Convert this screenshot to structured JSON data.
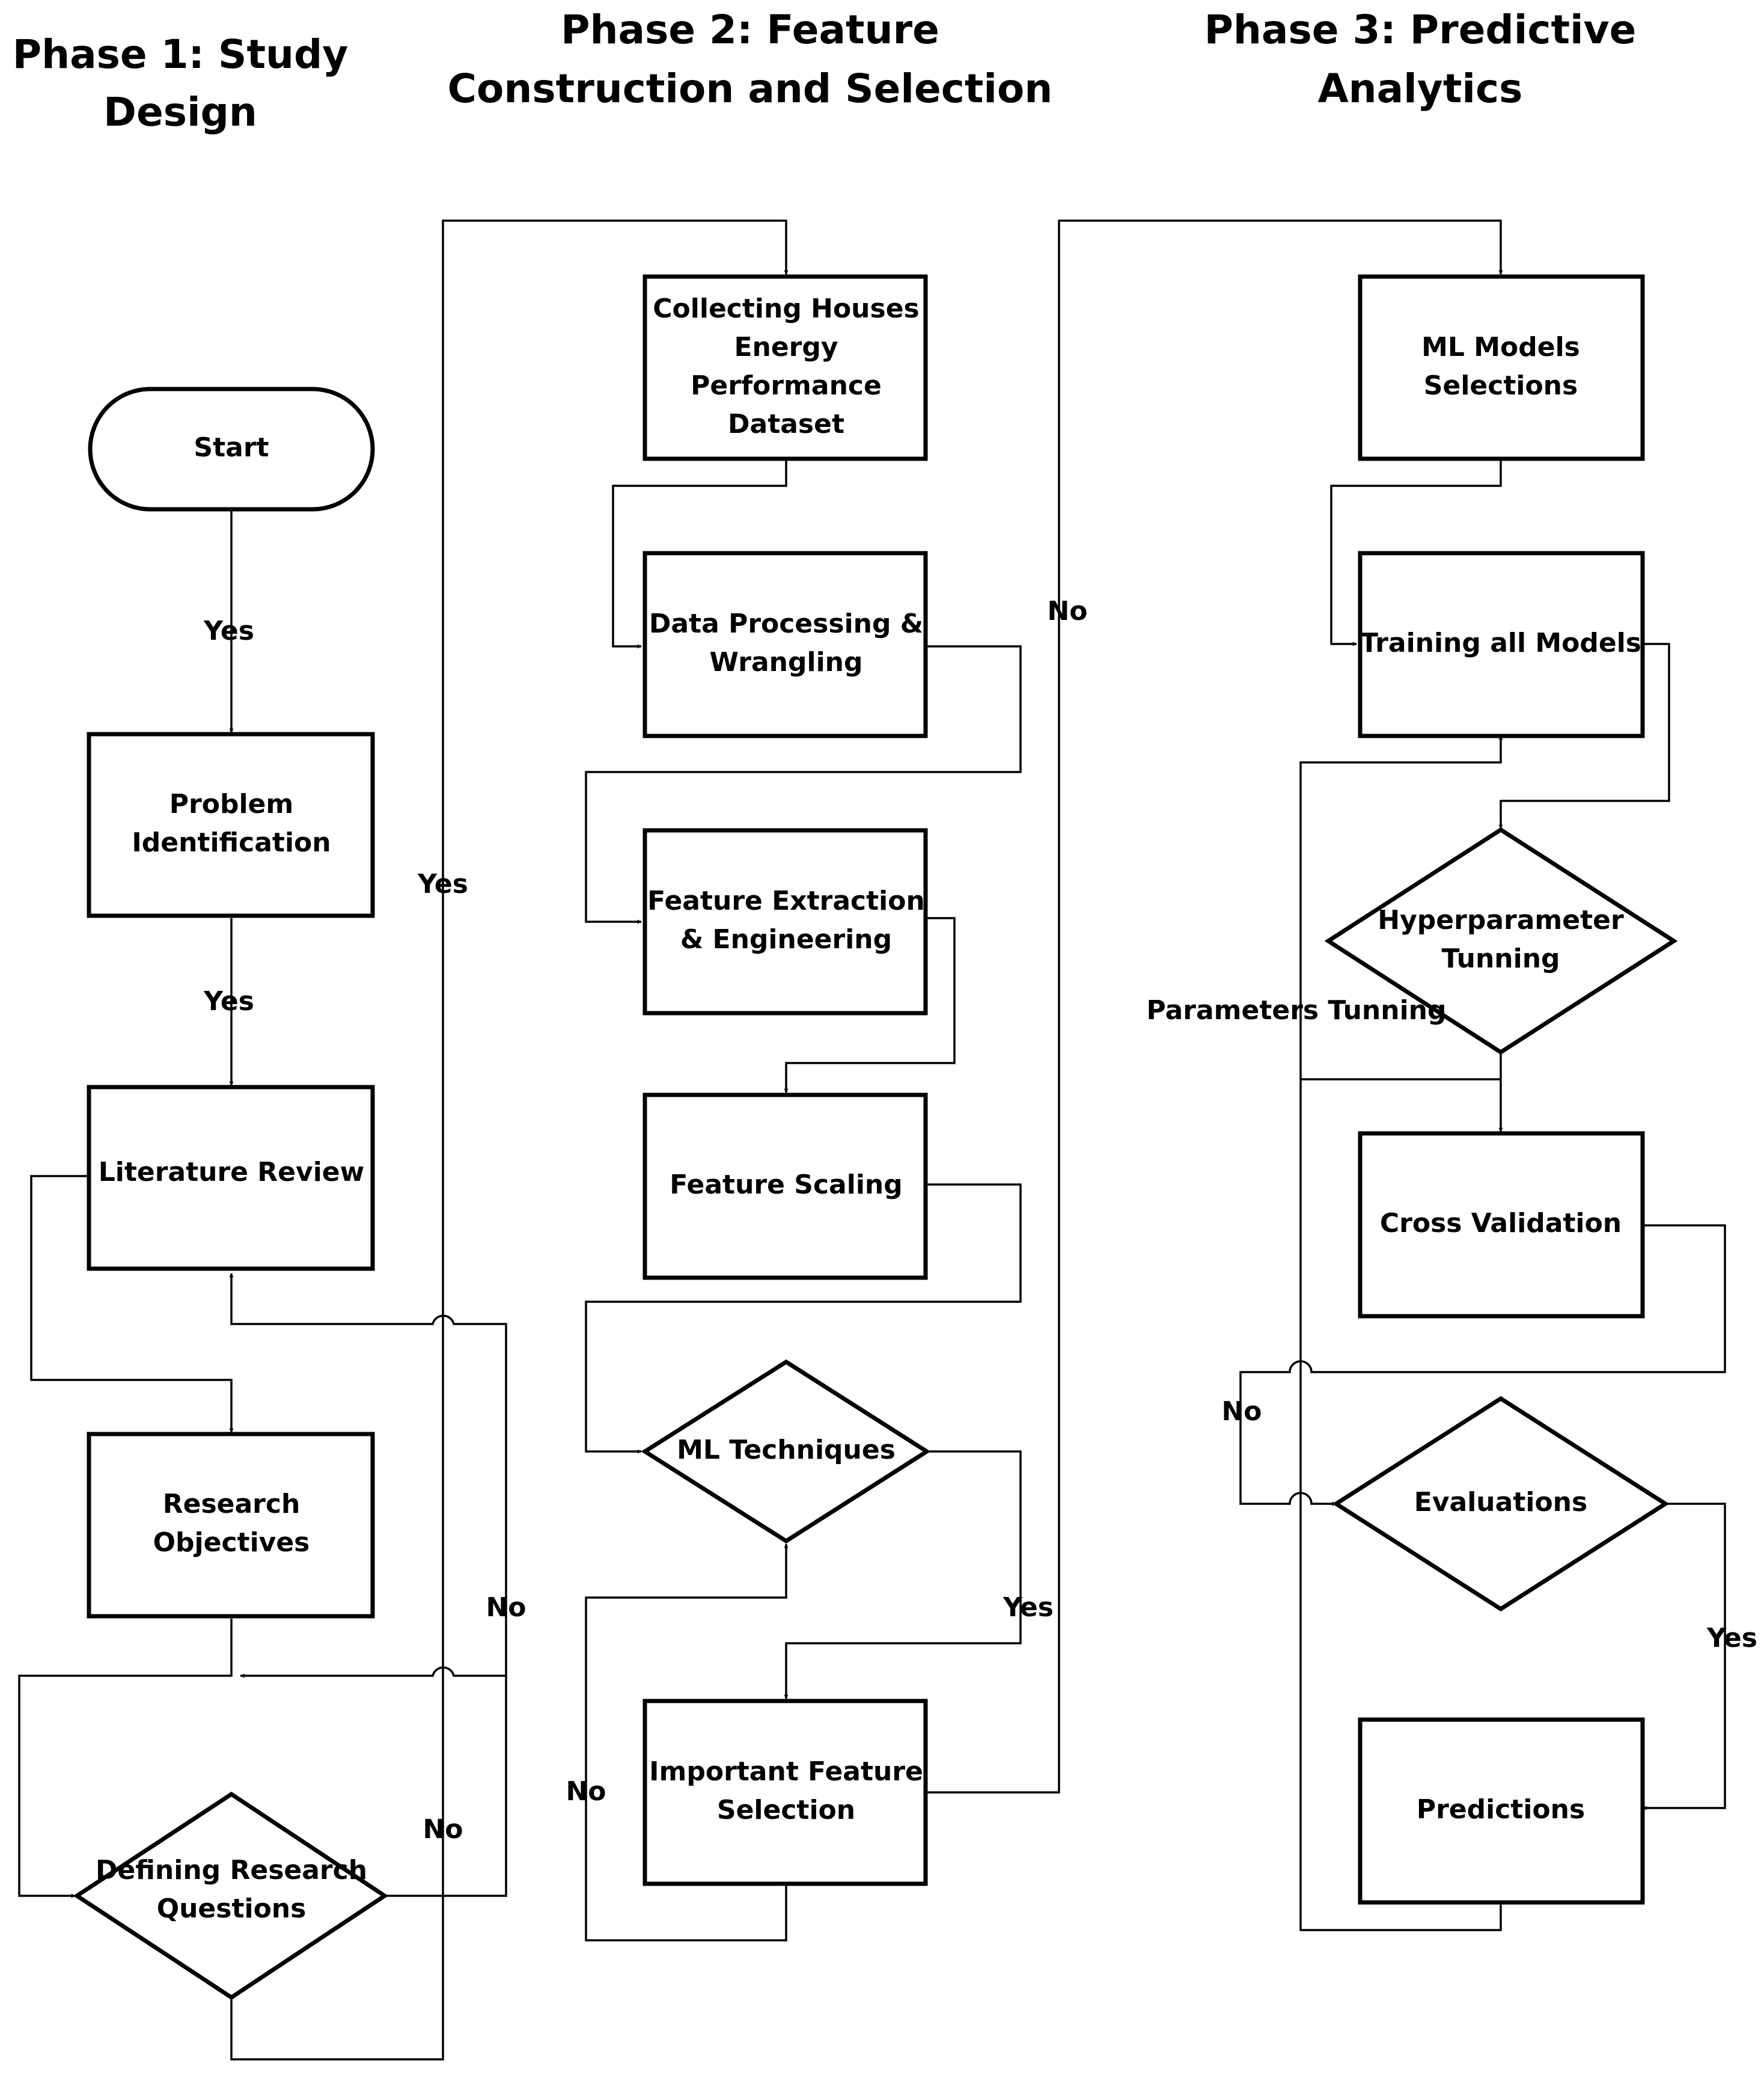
{
  "phases": {
    "p1": [
      "Phase 1: Study",
      "Design"
    ],
    "p2": [
      "Phase 2: Feature",
      "Construction and Selection"
    ],
    "p3": [
      "Phase 3: Predictive",
      "Analytics"
    ]
  },
  "nodes": {
    "start": [
      "Start"
    ],
    "problem": [
      "Problem",
      "Identification"
    ],
    "literature": [
      "Literature Review"
    ],
    "objectives": [
      "Research",
      "Objectives"
    ],
    "questions": [
      "Defining Research",
      "Questions"
    ],
    "collecting": [
      "Collecting Houses",
      "Energy",
      "Performance",
      "Dataset"
    ],
    "processing": [
      "Data Processing &",
      "Wrangling"
    ],
    "extraction": [
      "Feature Extraction",
      "& Engineering"
    ],
    "scaling": [
      "Feature Scaling"
    ],
    "ml_tech": [
      "ML Techniques"
    ],
    "important": [
      "Important Feature",
      "Selection"
    ],
    "ml_models": [
      "ML Models",
      "Selections"
    ],
    "training": [
      "Training all Models"
    ],
    "hyper": [
      "Hyperparameter",
      "Tunning"
    ],
    "cross": [
      "Cross Validation"
    ],
    "evaluations": [
      "Evaluations"
    ],
    "predictions": [
      "Predictions"
    ]
  },
  "edge_labels": {
    "start_yes": "Yes",
    "problem_yes": "Yes",
    "questions_yes": "Yes",
    "questions_no_loop": "No",
    "questions_no": "No",
    "tech_yes": "Yes",
    "tech_no": "No",
    "phase_no": "No",
    "params": "Parameters Tunning",
    "eval_no": "No",
    "eval_yes": "Yes"
  }
}
